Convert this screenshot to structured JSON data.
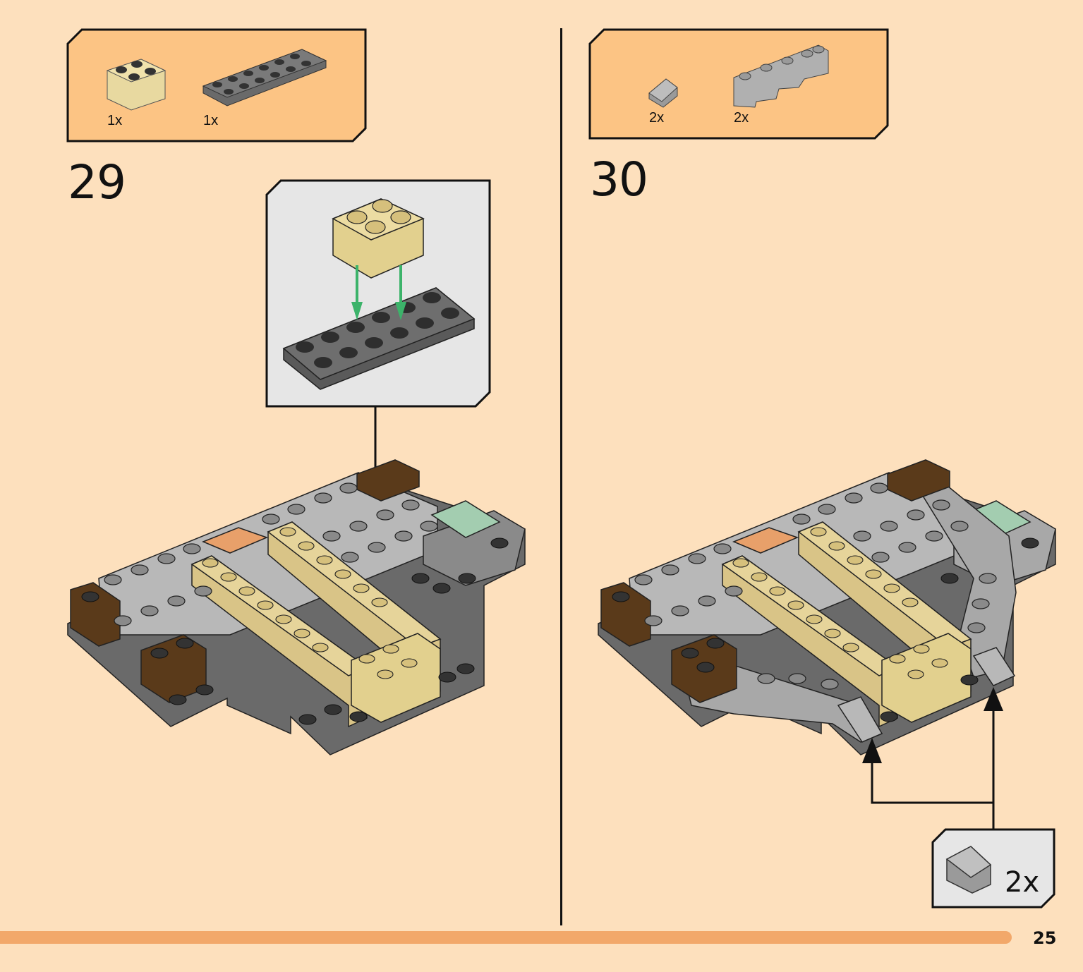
{
  "page": {
    "number": "25"
  },
  "steps": [
    {
      "number": "29",
      "parts": [
        {
          "qty": "1x",
          "part": "tan 2x2 brick"
        },
        {
          "qty": "1x",
          "part": "dark grey 2x6 plate"
        }
      ]
    },
    {
      "number": "30",
      "parts": [
        {
          "qty": "2x",
          "part": "light grey 1x1 slope"
        },
        {
          "qty": "2x",
          "part": "light grey wedge plate"
        }
      ],
      "callout": {
        "qty": "2x",
        "part": "light grey 1x1 slope"
      }
    }
  ],
  "colors": {
    "background": "#fde0bd",
    "parts_box": "#fcc484",
    "callout_box": "#e6e6e6",
    "progress_bar": "#f2a86a",
    "arrow_green": "#3cb36a"
  }
}
